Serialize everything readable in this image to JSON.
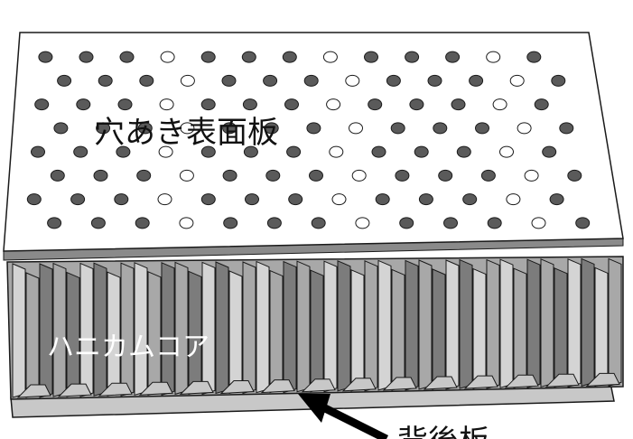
{
  "labels": {
    "perforated_face_sheet": "穴あき表面板",
    "honeycomb_core": "ハニカムコア",
    "back_plate": "背後板"
  },
  "colors": {
    "plate_face": "#ffffff",
    "plate_edge": "#8a8a8a",
    "outline": "#1a1a1a",
    "hole_dark": "#5a5a5a",
    "core_light": "#d4d4d4",
    "core_mid": "#a8a8a8",
    "core_dark": "#7c7c7c",
    "back_plate": "#c8c8c8",
    "arrow": "#000000"
  },
  "structure": {
    "hole_rows": 8,
    "hole_columns": 13
  }
}
